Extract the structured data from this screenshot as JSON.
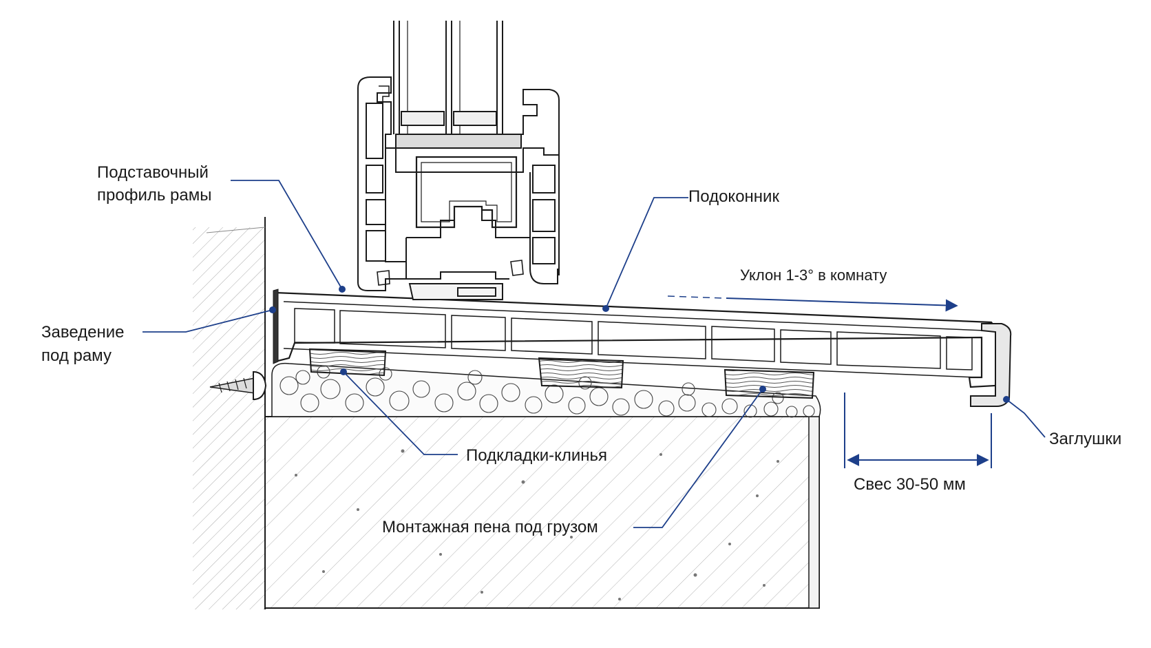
{
  "labels": {
    "frame_profile_line1": "Подставочный",
    "frame_profile_line2": "профиль рамы",
    "sill": "Подоконник",
    "slope": "Уклон 1-3° в комнату",
    "under_frame_line1": "Заведение",
    "under_frame_line2": "под раму",
    "end_caps": "Заглушки",
    "wedges": "Подкладки-клинья",
    "overhang": "Свес 30-50 мм",
    "foam": "Монтажная пена под грузом"
  },
  "colors": {
    "leader": "#1d3f8a",
    "ink": "#1a1a1a",
    "hatch": "#9a9a9a"
  }
}
